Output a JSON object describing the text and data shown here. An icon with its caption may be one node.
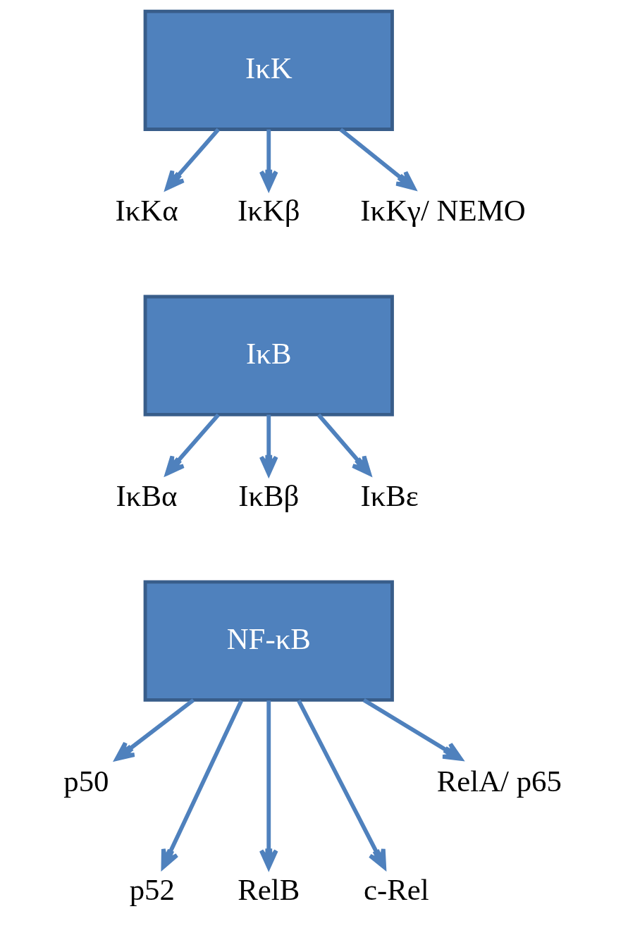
{
  "diagram": {
    "nodes": [
      {
        "text": [
          "IκK"
        ]
      },
      {
        "text": [
          "IκKα"
        ]
      },
      {
        "text": [
          "IκKβ"
        ]
      },
      {
        "text": [
          "IκKγ/ NEMO"
        ]
      },
      {
        "text": [
          "IκB"
        ]
      },
      {
        "text": [
          "IκBα"
        ]
      },
      {
        "text": [
          "IκBβ"
        ]
      },
      {
        "text": [
          "IκBε"
        ]
      },
      {
        "text": [
          "NF-κB"
        ]
      },
      {
        "text": [
          "p50"
        ]
      },
      {
        "text": [
          "p52"
        ]
      },
      {
        "text": [
          "RelB"
        ]
      },
      {
        "text": [
          "c-Rel"
        ]
      },
      {
        "text": [
          "RelA/ p65"
        ]
      }
    ],
    "edges": [
      {
        "from": 0,
        "to": 1,
        "arrow": "to"
      },
      {
        "from": 0,
        "to": 2,
        "arrow": "to"
      },
      {
        "from": 0,
        "to": 3,
        "arrow": "to"
      },
      {
        "from": 4,
        "to": 5,
        "arrow": "to"
      },
      {
        "from": 4,
        "to": 6,
        "arrow": "to"
      },
      {
        "from": 4,
        "to": 7,
        "arrow": "to"
      },
      {
        "from": 8,
        "to": 9,
        "arrow": "to"
      },
      {
        "from": 8,
        "to": 10,
        "arrow": "to"
      },
      {
        "from": 8,
        "to": 11,
        "arrow": "to"
      },
      {
        "from": 8,
        "to": 12,
        "arrow": "to"
      },
      {
        "from": 8,
        "to": 13,
        "arrow": "to"
      }
    ]
  }
}
